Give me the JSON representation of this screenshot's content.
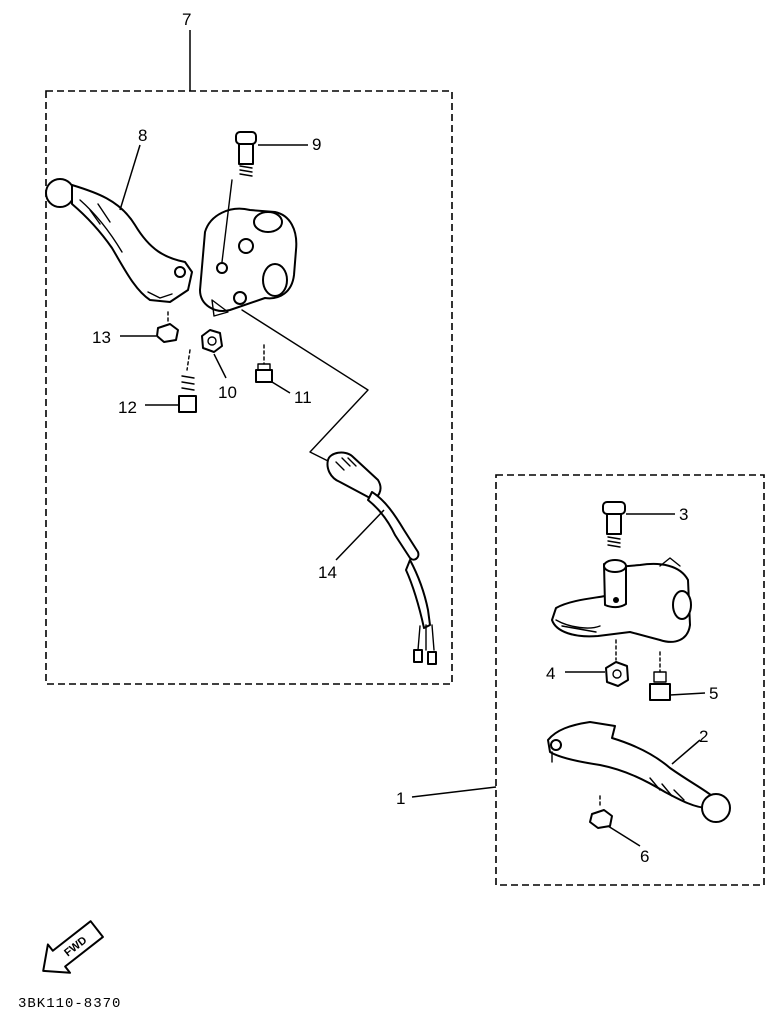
{
  "callouts": {
    "c1": "1",
    "c2": "2",
    "c3": "3",
    "c4": "4",
    "c5": "5",
    "c6": "6",
    "c7": "7",
    "c8": "8",
    "c9": "9",
    "c10": "10",
    "c11": "11",
    "c12": "12",
    "c13": "13",
    "c14": "14"
  },
  "fwd_label": "FWD",
  "diagram_code": "3BK110-8370"
}
